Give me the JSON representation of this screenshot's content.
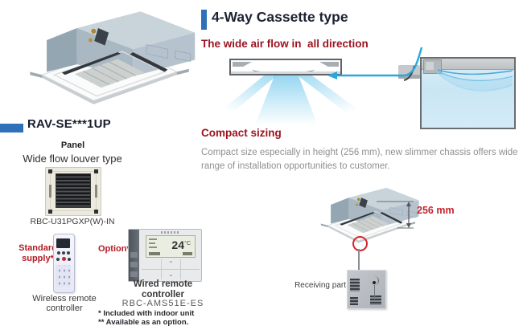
{
  "left": {
    "model_heading": "RAV-SE***1UP",
    "panel_label": "Panel",
    "panel_type": "Wide flow louver type",
    "panel_code": "RBC-U31PGXP(W)-IN",
    "standard_supply_label": "Standard supply*",
    "wireless_caption": "Wireless remote controller",
    "option_label": "Option**",
    "wired_caption": "Wired remote controller",
    "wired_code": "RBC-AMS51E-ES",
    "wired_display_temp": "24",
    "wired_display_unit": "°C",
    "footnote_included": "* Included with indoor unit",
    "footnote_option": "** Available as an option."
  },
  "right": {
    "title": "4-Way Cassette type",
    "airflow_heading": "The wide air flow in  all direction",
    "compact_heading": "Compact sizing",
    "compact_body": "Compact size especially in height (256 mm), new slimmer chassis  offers wide range of installation opportunities to customer.",
    "dimension_label": "256 mm",
    "receiving_label": "Receiving part"
  },
  "colors": {
    "accent_blue": "#2e71b8",
    "heading_red": "#9c1420",
    "dimension_red": "#c2272d",
    "title_dark": "#1d2233",
    "body_gray": "#8f9093",
    "airflow_blue": "#2aa7de"
  }
}
